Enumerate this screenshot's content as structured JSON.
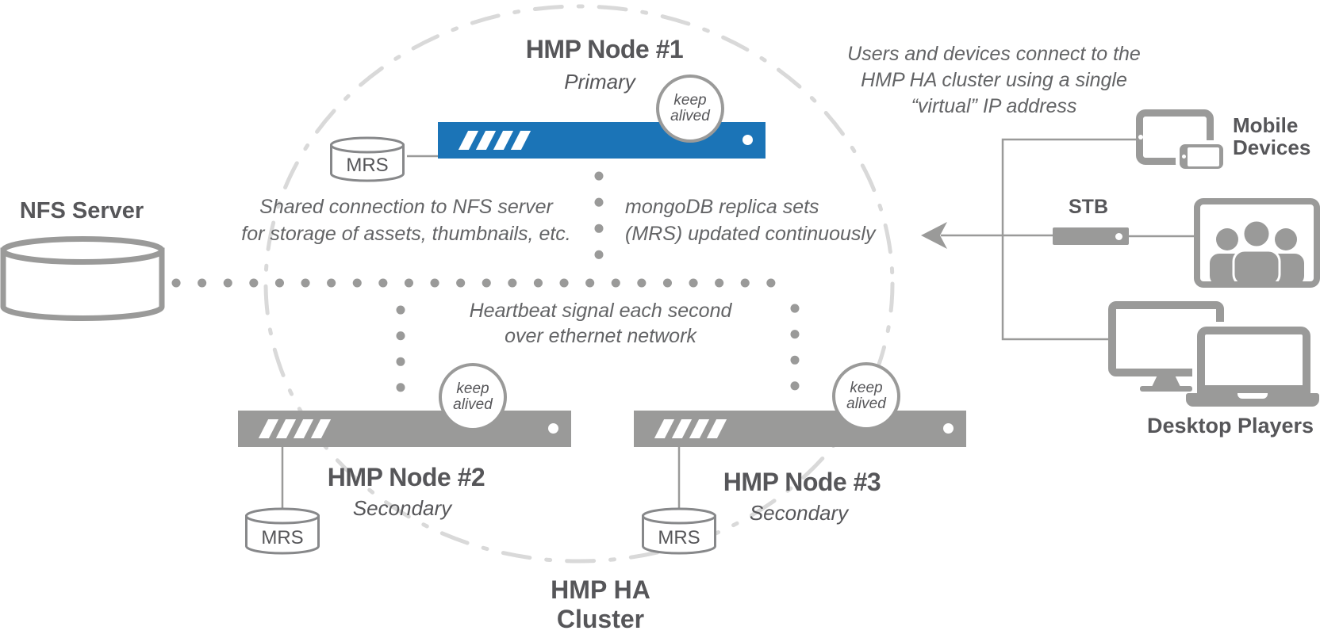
{
  "cluster": {
    "label_line1": "HMP HA",
    "label_line2": "Cluster"
  },
  "nodes": [
    {
      "title": "HMP Node #1",
      "role": "Primary",
      "badge_line1": "keep",
      "badge_line2": "alived",
      "db_label": "MRS"
    },
    {
      "title": "HMP Node #2",
      "role": "Secondary",
      "badge_line1": "keep",
      "badge_line2": "alived",
      "db_label": "MRS"
    },
    {
      "title": "HMP Node #3",
      "role": "Secondary",
      "badge_line1": "keep",
      "badge_line2": "alived",
      "db_label": "MRS"
    }
  ],
  "nfs": {
    "label": "NFS Server"
  },
  "annotations": {
    "shared_line1": "Shared connection to NFS server",
    "shared_line2": "for storage of assets, thumbnails, etc.",
    "mongo_line1": "mongoDB replica sets",
    "mongo_line2": "(MRS) updated continuously",
    "heartbeat_line1": "Heartbeat signal each second",
    "heartbeat_line2": "over ethernet network",
    "virtual_ip_line1": "Users and devices connect to the",
    "virtual_ip_line2": "HMP HA cluster using a single",
    "virtual_ip_line3": "“virtual” IP address"
  },
  "devices": {
    "mobile_line1": "Mobile",
    "mobile_line2": "Devices",
    "stb_label": "STB",
    "desktop_label": "Desktop Players"
  },
  "colors": {
    "primary_blue": "#1b74b7",
    "gray": "#9a9a99",
    "dark_text": "#565659",
    "annotation_text": "#636466",
    "dash_gray": "#d9d9d9",
    "cylinder_stroke": "#87888a"
  }
}
